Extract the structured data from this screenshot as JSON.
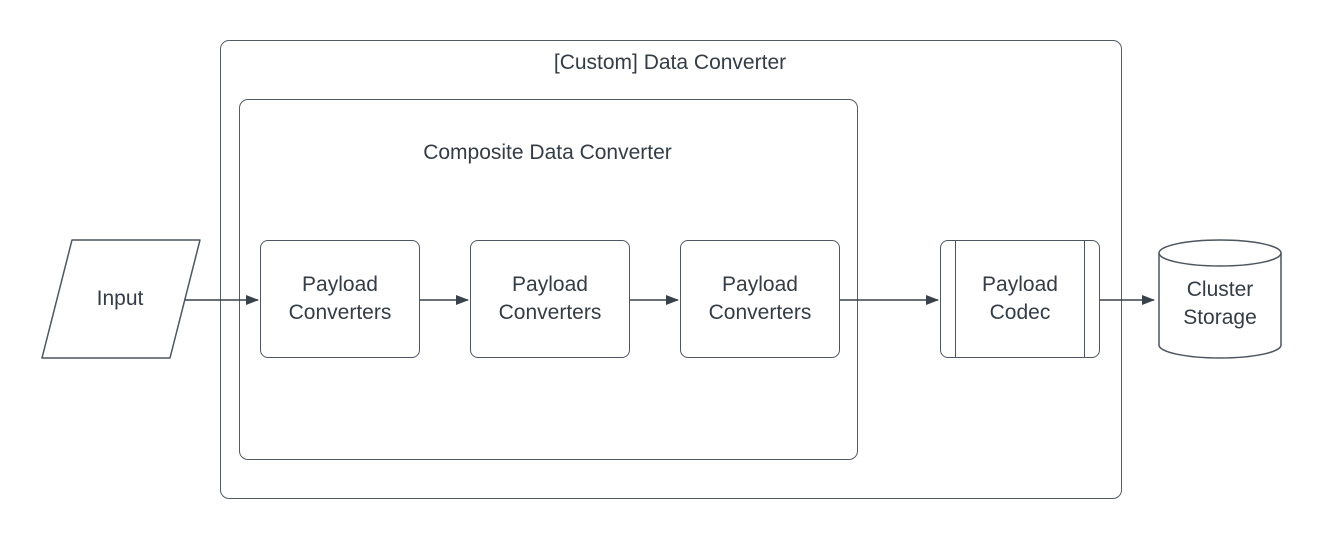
{
  "colors": {
    "stroke": "#4d5560",
    "container_stroke": "#545b63",
    "arrow": "#39414b",
    "text": "#343c46",
    "background": "#ffffff"
  },
  "diagram": {
    "outer_container": {
      "label": "[Custom] Data Converter"
    },
    "inner_container": {
      "label": "Composite Data Converter"
    },
    "input_shape": {
      "label": "Input"
    },
    "converters": [
      {
        "label": "Payload Converters"
      },
      {
        "label": "Payload Converters"
      },
      {
        "label": "Payload Converters"
      }
    ],
    "codec_shape": {
      "label": "Payload Codec"
    },
    "storage_shape": {
      "label": "Cluster Storage"
    }
  }
}
